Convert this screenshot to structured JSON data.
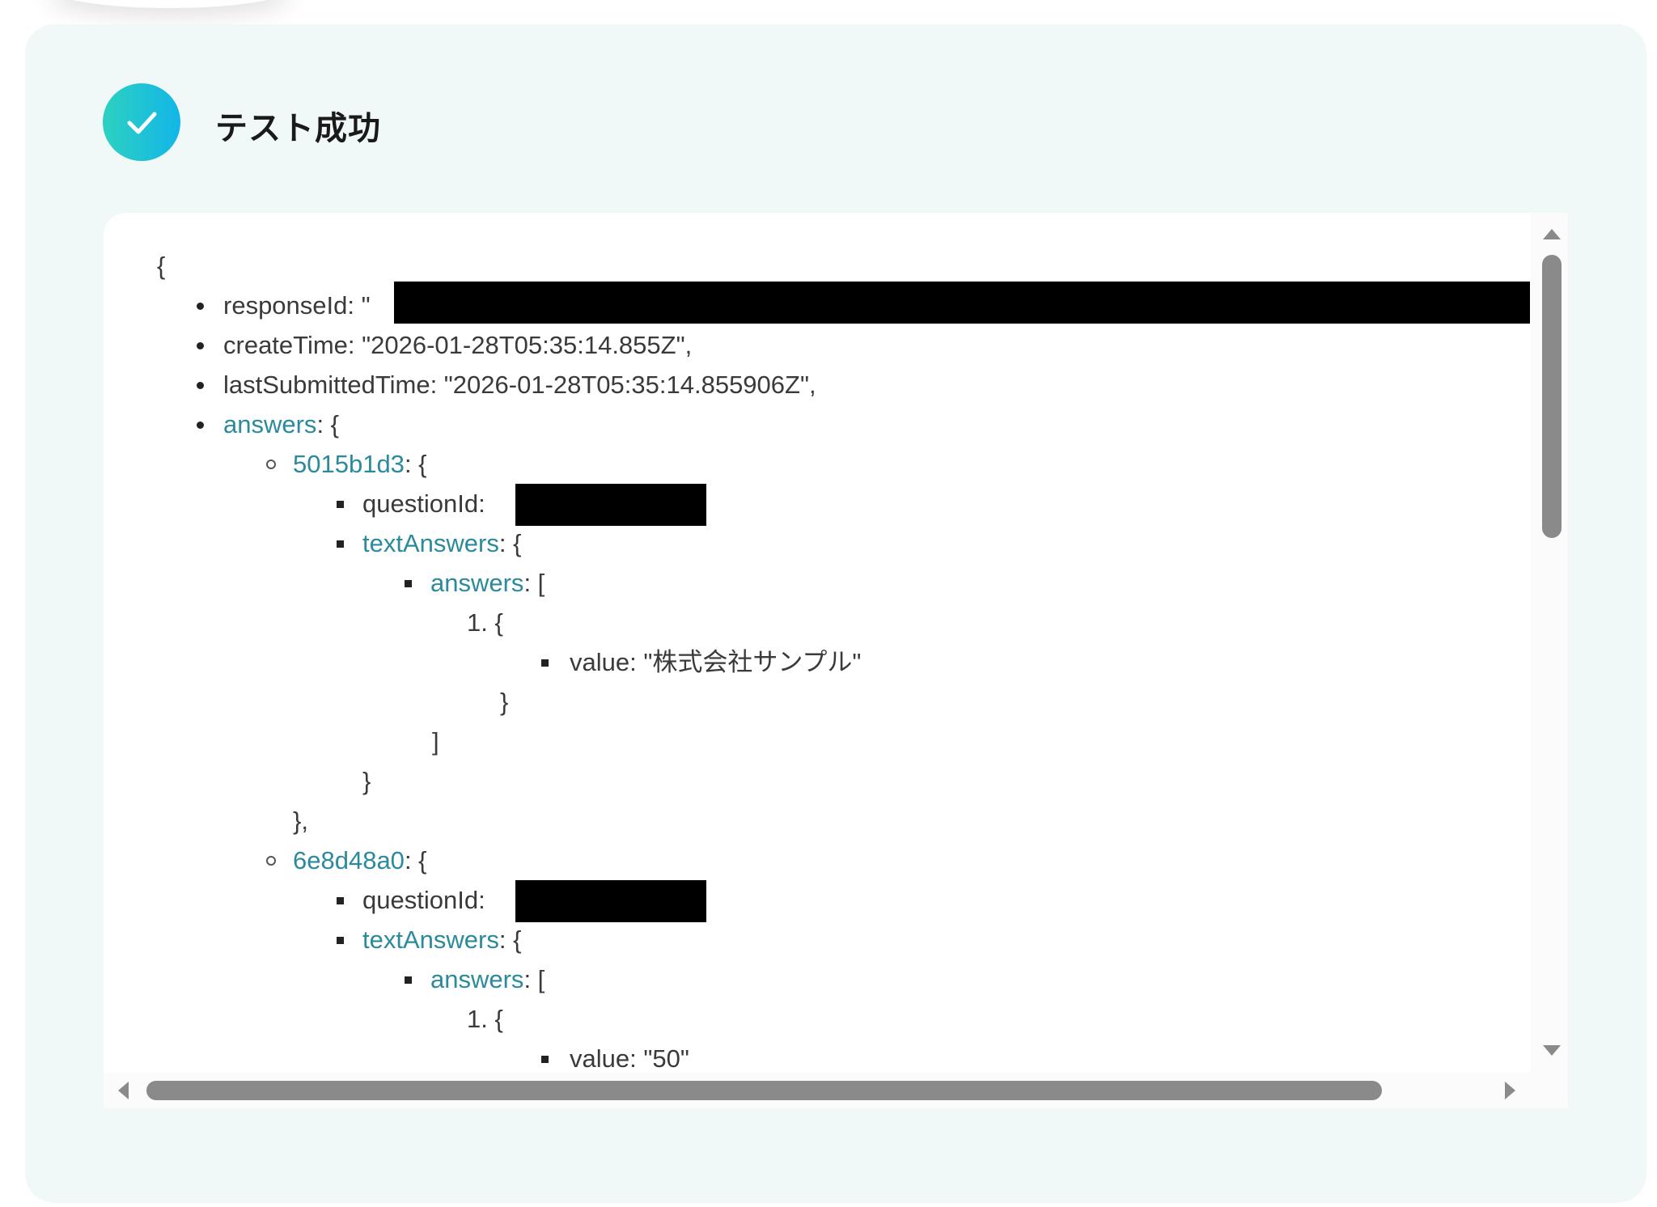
{
  "header": {
    "title": "テスト成功",
    "status_icon": "check-circle-icon",
    "accent_gradient": [
      "#2dd1c0",
      "#12b6e8"
    ]
  },
  "json_view": {
    "open_brace": "{",
    "responseId_key": "responseId",
    "responseId_prefix": ": \"",
    "createTime_key": "createTime",
    "createTime_value": ": \"2026-01-28T05:35:14.855Z\",",
    "lastSubmittedTime_key": "lastSubmittedTime",
    "lastSubmittedTime_value": ": \"2026-01-28T05:35:14.855906Z\",",
    "answers_key": "answers",
    "obj_open": ": {",
    "arr_open": ": [",
    "answer1": {
      "id": "5015b1d3",
      "questionId_key": "questionId",
      "colon": ":",
      "textAnswers_key": "textAnswers",
      "answers_key": "answers",
      "item_index": "1. {",
      "value_key": "value",
      "value": ": \"株式会社サンプル\"",
      "close_item": "}",
      "close_array": "]",
      "close_text": "}",
      "close_obj": "},"
    },
    "answer2": {
      "id": "6e8d48a0",
      "questionId_key": "questionId",
      "colon": ":",
      "textAnswers_key": "textAnswers",
      "answers_key": "answers",
      "item_index": "1. {",
      "value_key": "value",
      "value": ": \"50\""
    },
    "key_color": "#2b8a9c"
  }
}
